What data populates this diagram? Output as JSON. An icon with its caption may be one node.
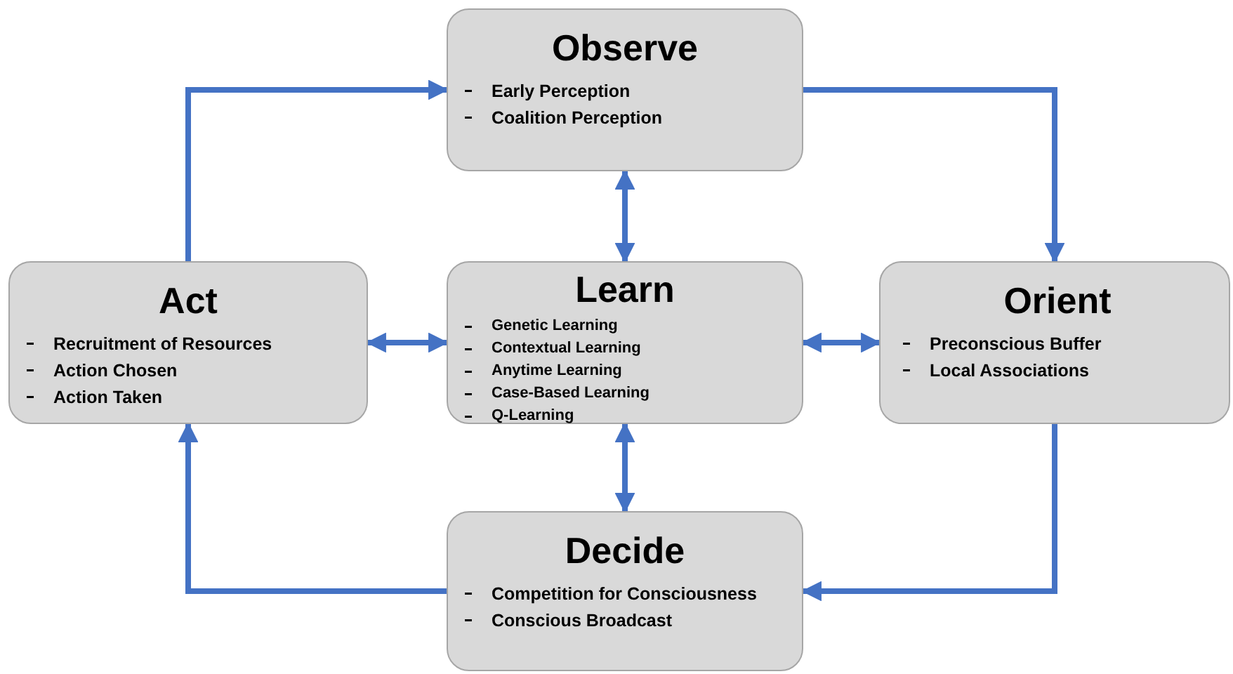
{
  "diagram": {
    "nodes": [
      {
        "text": [
          "Observe",
          "Early Perception",
          "Coalition Perception"
        ]
      },
      {
        "text": [
          "Act",
          "Recruitment of Resources",
          "Action Chosen",
          "Action Taken"
        ]
      },
      {
        "text": [
          "Learn",
          "Genetic Learning",
          "Contextual Learning",
          "Anytime Learning",
          "Case-Based Learning",
          "Q-Learning"
        ]
      },
      {
        "text": [
          "Orient",
          "Preconscious Buffer",
          "Local Associations"
        ]
      },
      {
        "text": [
          "Decide",
          "Competition for Consciousness",
          "Conscious Broadcast"
        ]
      }
    ],
    "edges": [
      {
        "from": 1,
        "to": 0,
        "arrow": "to"
      },
      {
        "from": 0,
        "to": 3,
        "arrow": "to"
      },
      {
        "from": 3,
        "to": 4,
        "arrow": "to"
      },
      {
        "from": 4,
        "to": 1,
        "arrow": "to"
      },
      {
        "from": 2,
        "to": 0,
        "arrow": "both"
      },
      {
        "from": 2,
        "to": 1,
        "arrow": "both"
      },
      {
        "from": 2,
        "to": 3,
        "arrow": "both"
      },
      {
        "from": 2,
        "to": 4,
        "arrow": "both"
      }
    ]
  }
}
